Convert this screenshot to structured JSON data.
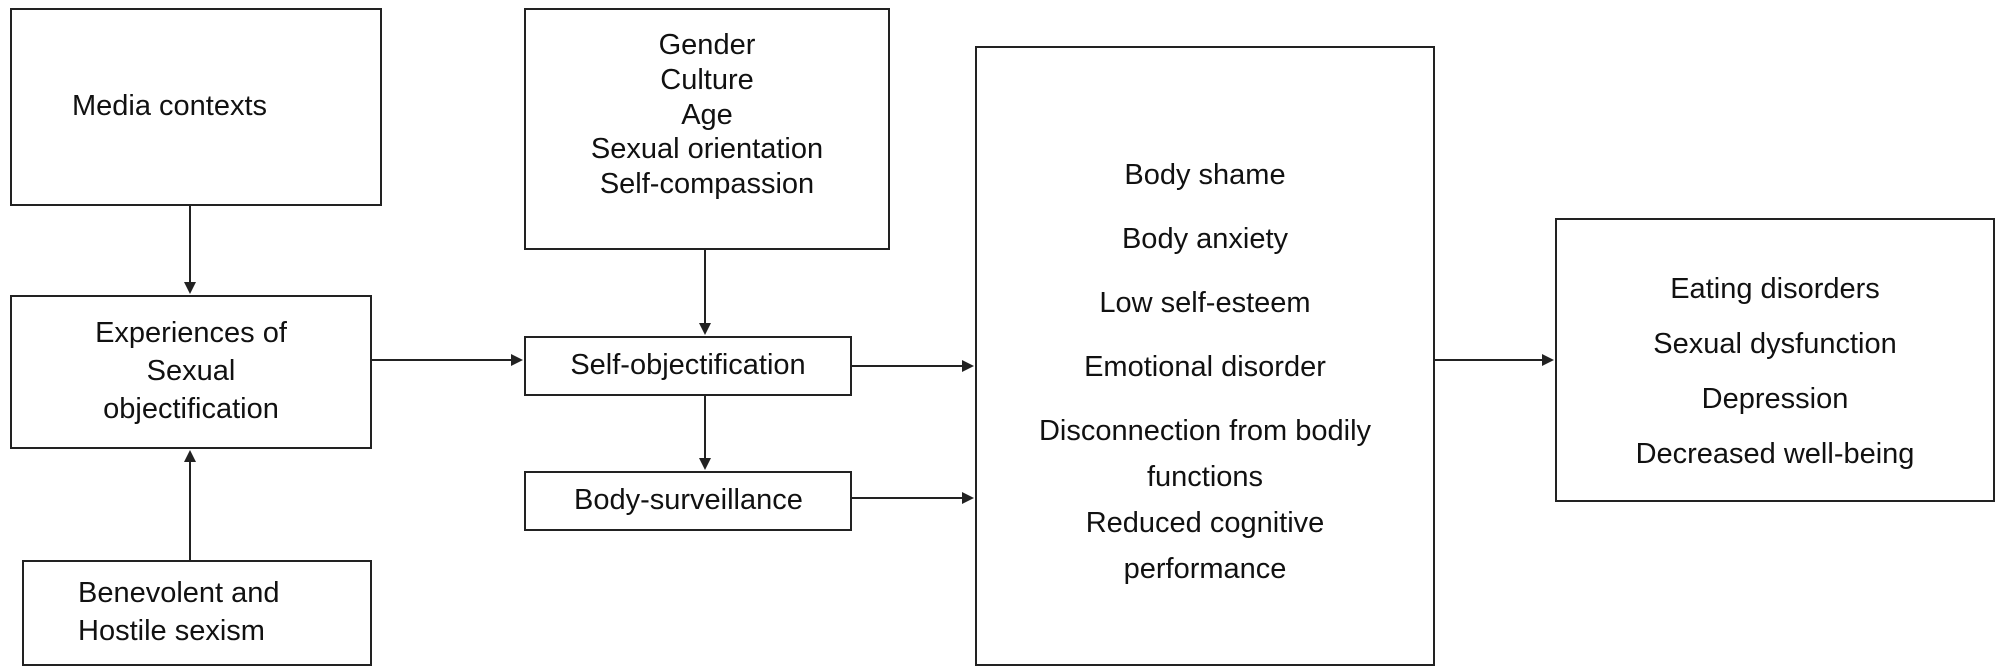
{
  "boxes": {
    "media": [
      "Media contexts"
    ],
    "experiences": [
      "Experiences of",
      "Sexual",
      "objectification"
    ],
    "sexism": [
      "Benevolent and",
      "Hostile sexism"
    ],
    "moderators": [
      "Gender",
      "Culture",
      "Age",
      "Sexual orientation",
      "Self-compassion"
    ],
    "self_objectification": [
      "Self-objectification"
    ],
    "body_surveillance": [
      "Body-surveillance"
    ],
    "outcomes": [
      "Body shame",
      "Body anxiety",
      "Low self-esteem",
      "Emotional disorder",
      "Disconnection from bodily",
      "functions",
      "Reduced cognitive",
      "performance"
    ],
    "consequences": [
      "Eating disorders",
      "Sexual dysfunction",
      "Depression",
      "Decreased well-being"
    ]
  },
  "colors": {
    "stroke": "#222222",
    "text": "#111111",
    "background": "#ffffff"
  }
}
